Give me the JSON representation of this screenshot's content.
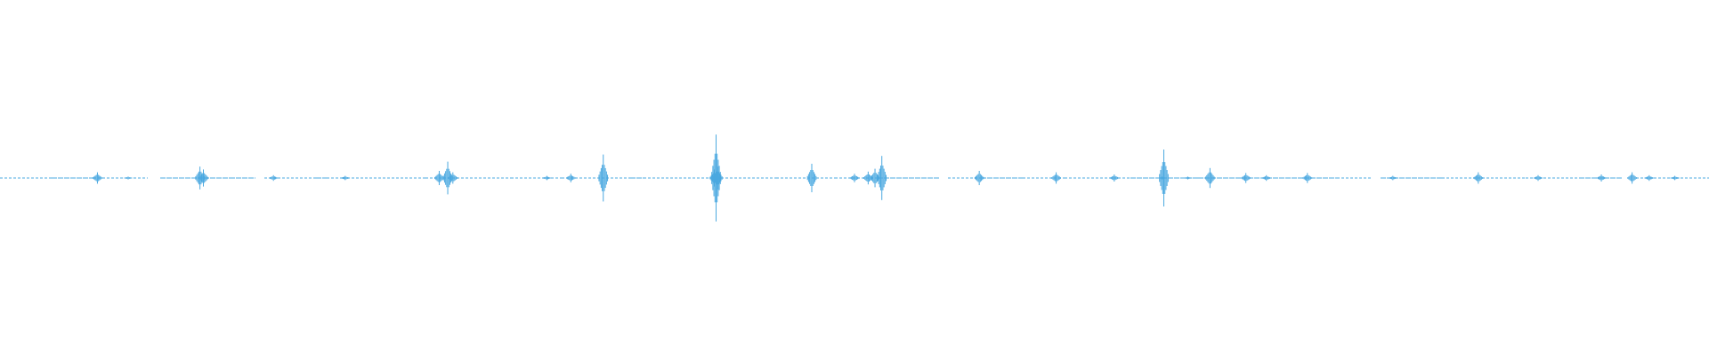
{
  "waveform": {
    "color": "#4aa8e0",
    "background": "#ffffff",
    "amplitude_range": [
      -1,
      1
    ],
    "duration_units": 1,
    "peaks": [
      {
        "t": 0.057,
        "a": 0.08
      },
      {
        "t": 0.075,
        "a": 0.02
      },
      {
        "t": 0.117,
        "a": 0.16
      },
      {
        "t": 0.119,
        "a": 0.12
      },
      {
        "t": 0.16,
        "a": 0.04
      },
      {
        "t": 0.202,
        "a": 0.03
      },
      {
        "t": 0.257,
        "a": 0.1
      },
      {
        "t": 0.262,
        "a": 0.23
      },
      {
        "t": 0.265,
        "a": 0.08
      },
      {
        "t": 0.32,
        "a": 0.03
      },
      {
        "t": 0.334,
        "a": 0.06
      },
      {
        "t": 0.353,
        "a": 0.33
      },
      {
        "t": 0.418,
        "a": 0.12
      },
      {
        "t": 0.419,
        "a": 0.61
      },
      {
        "t": 0.42,
        "a": 0.16
      },
      {
        "t": 0.475,
        "a": 0.2
      },
      {
        "t": 0.5,
        "a": 0.06
      },
      {
        "t": 0.508,
        "a": 0.09
      },
      {
        "t": 0.512,
        "a": 0.13
      },
      {
        "t": 0.516,
        "a": 0.31
      },
      {
        "t": 0.573,
        "a": 0.1
      },
      {
        "t": 0.618,
        "a": 0.08
      },
      {
        "t": 0.652,
        "a": 0.05
      },
      {
        "t": 0.68,
        "a": 0.02
      },
      {
        "t": 0.695,
        "a": 0.02
      },
      {
        "t": 0.729,
        "a": 0.07
      },
      {
        "t": 0.681,
        "a": 0.4
      },
      {
        "t": 0.708,
        "a": 0.14
      },
      {
        "t": 0.741,
        "a": 0.04
      },
      {
        "t": 0.765,
        "a": 0.07
      },
      {
        "t": 0.815,
        "a": 0.03
      },
      {
        "t": 0.865,
        "a": 0.08
      },
      {
        "t": 0.9,
        "a": 0.04
      },
      {
        "t": 0.937,
        "a": 0.05
      },
      {
        "t": 0.955,
        "a": 0.08
      },
      {
        "t": 0.965,
        "a": 0.04
      },
      {
        "t": 0.98,
        "a": 0.03
      }
    ]
  }
}
